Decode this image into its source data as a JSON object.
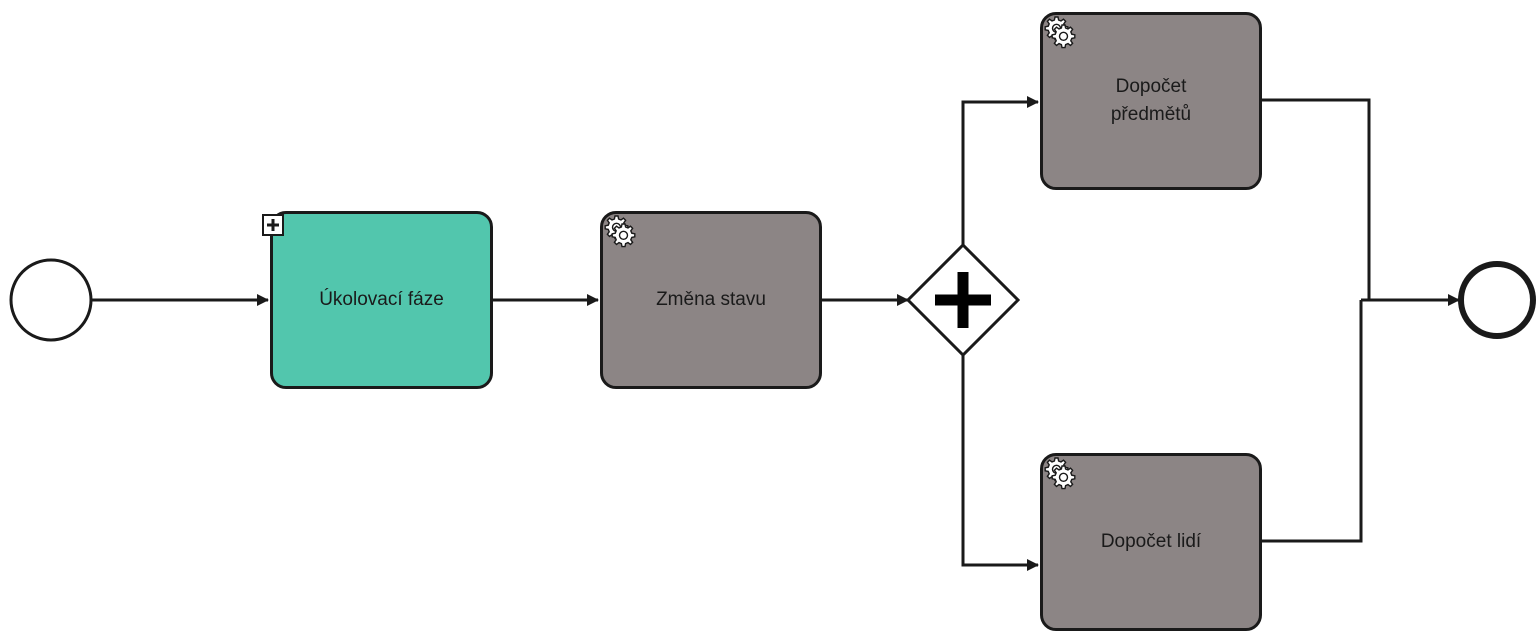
{
  "colors": {
    "subprocess_fill": "#52c6ad",
    "service_task_fill": "#8c8585",
    "stroke": "#1a1a1a",
    "background": "#ffffff"
  },
  "start_event": {
    "icon": "circle-icon"
  },
  "end_event": {
    "icon": "bold-circle-icon"
  },
  "gateway": {
    "icon": "plus-icon",
    "type": "parallel"
  },
  "tasks": [
    {
      "label": "Úkolovací fáze",
      "kind": "collapsed-subprocess",
      "icon": "expand-plus-icon"
    },
    {
      "label": "Změna stavu",
      "kind": "service-task",
      "icon": "gear-icon"
    },
    {
      "label": "Dopočet předmětů",
      "kind": "service-task",
      "icon": "gear-icon"
    },
    {
      "label": "Dopočet lidí",
      "kind": "service-task",
      "icon": "gear-icon"
    }
  ]
}
